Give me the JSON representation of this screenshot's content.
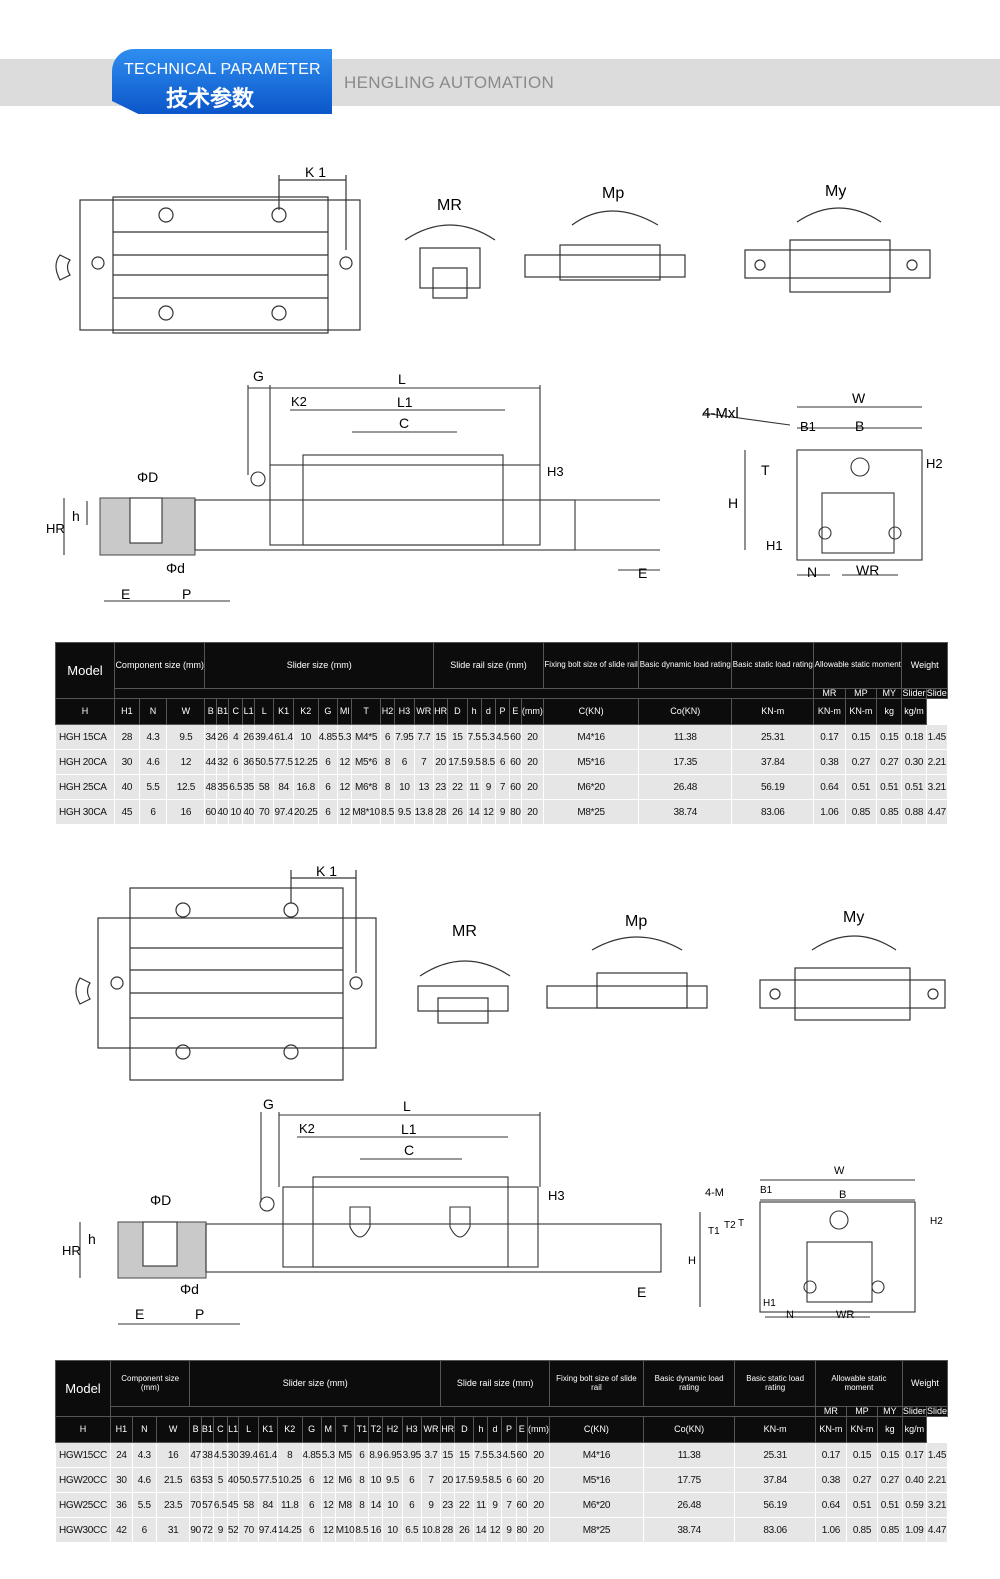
{
  "header": {
    "badge_en": "TECHNICAL PARAMETER",
    "badge_cn": "技术参数",
    "company": "HENGLING AUTOMATION"
  },
  "colors": {
    "accent": "#0b56c9",
    "band": "#dcdcdc",
    "table_head": "#0c0c0c",
    "table_cell": "#e6e6e6"
  },
  "diagram1": {
    "k1": "K 1",
    "mr": "MR",
    "mp": "Mp",
    "my": "My",
    "g": "G",
    "l": "L",
    "k2": "K2",
    "l1": "L1",
    "c": "C",
    "h3": "H3",
    "phiD": "ΦD",
    "h": "h",
    "hr": "HR",
    "phid": "Φd",
    "e": "E",
    "p": "P",
    "e2": "E",
    "mxl": "4-Mxl",
    "w": "W",
    "b1": "B1",
    "b": "B",
    "t": "T",
    "h2": "H2",
    "H": "H",
    "h1": "H1",
    "n": "N",
    "wr": "WR"
  },
  "diagram2": {
    "k1": "K 1",
    "mr": "MR",
    "mp": "Mp",
    "my": "My",
    "g": "G",
    "l": "L",
    "k2": "K2",
    "l1": "L1",
    "c": "C",
    "h3": "H3",
    "phiD": "ΦD",
    "h": "h",
    "hr": "HR",
    "phid": "Φd",
    "e": "E",
    "p": "P",
    "e2": "E",
    "m": "4-M",
    "w": "W",
    "b1": "B1",
    "b": "B",
    "t1": "T1",
    "t2": "T2",
    "t": "T",
    "h2": "H2",
    "H": "H",
    "h1": "H1",
    "n": "N",
    "wr": "WR"
  },
  "table1": {
    "model": "Model",
    "g_component": "Component size (mm)",
    "g_slider": "Slider size (mm)",
    "g_rail": "Slide rail size (mm)",
    "g_bolt": "Fixing bolt size of slide rail",
    "g_dyn": "Basic dynamic load rating",
    "g_static": "Basic static load rating",
    "g_moment": "Allowable static moment",
    "g_weight": "Weight",
    "sub_mr": "MR",
    "sub_mp": "MP",
    "sub_my": "MY",
    "sub_slider": "Slider",
    "sub_slide": "Slide",
    "columns": [
      "H",
      "H1",
      "N",
      "W",
      "B",
      "B1",
      "C",
      "L1",
      "L",
      "K1",
      "K2",
      "G",
      "Ml",
      "T",
      "H2",
      "H3",
      "WR",
      "HR",
      "D",
      "h",
      "d",
      "P",
      "E",
      "(mm)",
      "C(KN)",
      "Co(KN)",
      "KN-m",
      "KN-m",
      "KN-m",
      "kg",
      "kg/m"
    ],
    "rows": [
      [
        "HGH 15CA",
        "28",
        "4.3",
        "9.5",
        "34",
        "26",
        "4",
        "26",
        "39.4",
        "61.4",
        "10",
        "4.85",
        "5.3",
        "M4*5",
        "6",
        "7.95",
        "7.7",
        "15",
        "15",
        "7.5",
        "5.3",
        "4.5",
        "60",
        "20",
        "M4*16",
        "11.38",
        "25.31",
        "0.17",
        "0.15",
        "0.15",
        "0.18",
        "1.45"
      ],
      [
        "HGH 20CA",
        "30",
        "4.6",
        "12",
        "44",
        "32",
        "6",
        "36",
        "50.5",
        "77.5",
        "12.25",
        "6",
        "12",
        "M5*6",
        "8",
        "6",
        "7",
        "20",
        "17.5",
        "9.5",
        "8.5",
        "6",
        "60",
        "20",
        "M5*16",
        "17.35",
        "37.84",
        "0.38",
        "0.27",
        "0.27",
        "0.30",
        "2.21"
      ],
      [
        "HGH 25CA",
        "40",
        "5.5",
        "12.5",
        "48",
        "35",
        "6.5",
        "35",
        "58",
        "84",
        "16.8",
        "6",
        "12",
        "M6*8",
        "8",
        "10",
        "13",
        "23",
        "22",
        "11",
        "9",
        "7",
        "60",
        "20",
        "M6*20",
        "26.48",
        "56.19",
        "0.64",
        "0.51",
        "0.51",
        "0.51",
        "3.21"
      ],
      [
        "HGH 30CA",
        "45",
        "6",
        "16",
        "60",
        "40",
        "10",
        "40",
        "70",
        "97.4",
        "20.25",
        "6",
        "12",
        "M8*10",
        "8.5",
        "9.5",
        "13.8",
        "28",
        "26",
        "14",
        "12",
        "9",
        "80",
        "20",
        "M8*25",
        "38.74",
        "83.06",
        "1.06",
        "0.85",
        "0.85",
        "0.88",
        "4.47"
      ]
    ]
  },
  "table2": {
    "model": "Model",
    "g_component": "Component size (mm)",
    "g_slider": "Slider size (mm)",
    "g_rail": "Slide rail size (mm)",
    "g_bolt": "Fixing bolt size of slide rail",
    "g_dyn": "Basic dynamic load rating",
    "g_static": "Basic static load rating",
    "g_moment": "Allowable static moment",
    "g_weight": "Weight",
    "sub_mr": "MR",
    "sub_mp": "MP",
    "sub_my": "MY",
    "sub_slider": "Slider",
    "sub_slide": "Slide",
    "columns": [
      "H",
      "H1",
      "N",
      "W",
      "B",
      "B1",
      "C",
      "L1",
      "L",
      "K1",
      "K2",
      "G",
      "M",
      "T",
      "T1",
      "T2",
      "H2",
      "H3",
      "WR",
      "HR",
      "D",
      "h",
      "d",
      "P",
      "E",
      "(mm)",
      "C(KN)",
      "Co(KN)",
      "KN-m",
      "KN-m",
      "KN-m",
      "kg",
      "kg/m"
    ],
    "rows": [
      [
        "HGW15CC",
        "24",
        "4.3",
        "16",
        "47",
        "38",
        "4.5",
        "30",
        "39.4",
        "61.4",
        "8",
        "4.85",
        "5.3",
        "M5",
        "6",
        "8.9",
        "6.95",
        "3.95",
        "3.7",
        "15",
        "15",
        "7.5",
        "5.3",
        "4.5",
        "60",
        "20",
        "M4*16",
        "11.38",
        "25.31",
        "0.17",
        "0.15",
        "0.15",
        "0.17",
        "1.45"
      ],
      [
        "HGW20CC",
        "30",
        "4.6",
        "21.5",
        "63",
        "53",
        "5",
        "40",
        "50.5",
        "77.5",
        "10.25",
        "6",
        "12",
        "M6",
        "8",
        "10",
        "9.5",
        "6",
        "7",
        "20",
        "17.5",
        "9.5",
        "8.5",
        "6",
        "60",
        "20",
        "M5*16",
        "17.75",
        "37.84",
        "0.38",
        "0.27",
        "0.27",
        "0.40",
        "2.21"
      ],
      [
        "HGW25CC",
        "36",
        "5.5",
        "23.5",
        "70",
        "57",
        "6.5",
        "45",
        "58",
        "84",
        "11.8",
        "6",
        "12",
        "M8",
        "8",
        "14",
        "10",
        "6",
        "9",
        "23",
        "22",
        "11",
        "9",
        "7",
        "60",
        "20",
        "M6*20",
        "26.48",
        "56.19",
        "0.64",
        "0.51",
        "0.51",
        "0.59",
        "3.21"
      ],
      [
        "HGW30CC",
        "42",
        "6",
        "31",
        "90",
        "72",
        "9",
        "52",
        "70",
        "97.4",
        "14.25",
        "6",
        "12",
        "M10",
        "8.5",
        "16",
        "10",
        "6.5",
        "10.8",
        "28",
        "26",
        "14",
        "12",
        "9",
        "80",
        "20",
        "M8*25",
        "38.74",
        "83.06",
        "1.06",
        "0.85",
        "0.85",
        "1.09",
        "4.47"
      ]
    ]
  }
}
